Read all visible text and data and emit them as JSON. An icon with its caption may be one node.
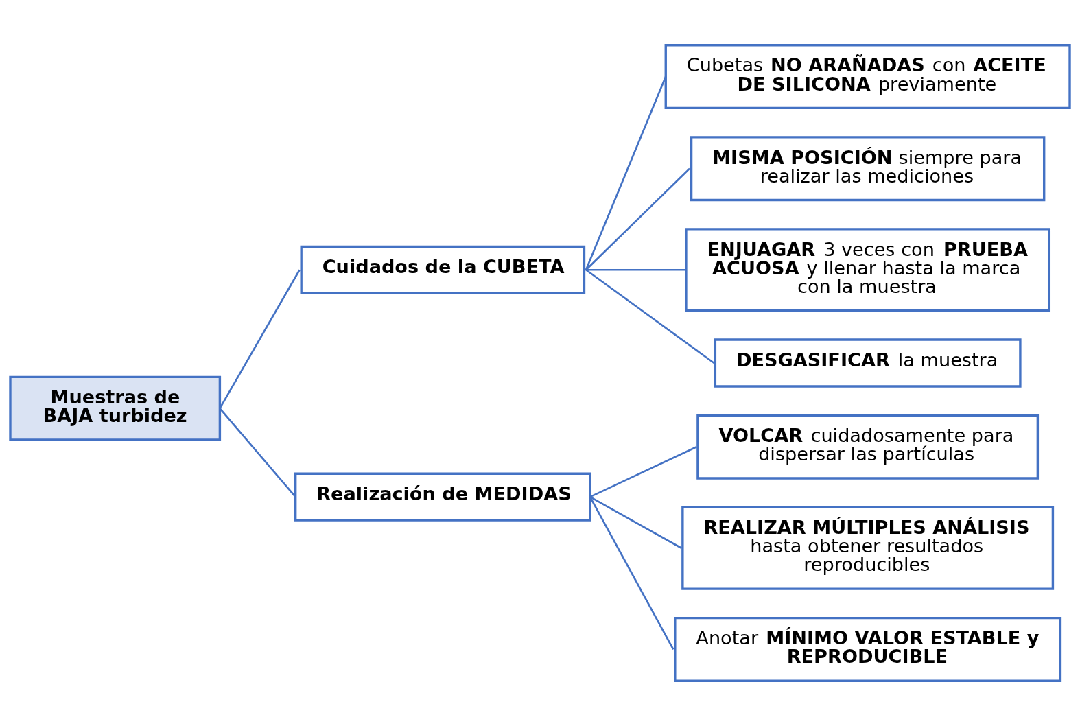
{
  "diagram": {
    "nodes": [
      {
        "text": [
          "Muestras de BAJA turbidez"
        ]
      },
      {
        "text": [
          "Cuidados de la CUBETA"
        ]
      },
      {
        "text": [
          "Cubetas **NO ARAÑADAS** con **ACEITE DE SILICONA** previamente"
        ]
      },
      {
        "text": [
          "**MISMA POSICIÓN** siempre para realizar las mediciones"
        ]
      },
      {
        "text": [
          "**ENJUAGAR** 3 veces con **PRUEBA ACUOSA** y llenar hasta la marca con la muestra"
        ]
      },
      {
        "text": [
          "**DESGASIFICAR** la muestra"
        ]
      },
      {
        "text": [
          "Realización de MEDIDAS"
        ]
      },
      {
        "text": [
          "**VOLCAR** cuidadosamente para dispersar las partículas"
        ]
      },
      {
        "text": [
          "**REALIZAR MÚLTIPLES ANÁLISIS** hasta obtener resultados reproducibles"
        ]
      },
      {
        "text": [
          "Anotar **MÍNIMO VALOR ESTABLE y REPRODUCIBLE**"
        ]
      }
    ],
    "edges": [
      {
        "from": 0,
        "to": 1,
        "arrow": "none"
      },
      {
        "from": 0,
        "to": 6,
        "arrow": "none"
      },
      {
        "from": 1,
        "to": 2,
        "arrow": "none"
      },
      {
        "from": 1,
        "to": 3,
        "arrow": "none"
      },
      {
        "from": 1,
        "to": 4,
        "arrow": "none"
      },
      {
        "from": 1,
        "to": 5,
        "arrow": "none"
      },
      {
        "from": 6,
        "to": 7,
        "arrow": "none"
      },
      {
        "from": 6,
        "to": 8,
        "arrow": "none"
      },
      {
        "from": 6,
        "to": 9,
        "arrow": "none"
      }
    ]
  }
}
